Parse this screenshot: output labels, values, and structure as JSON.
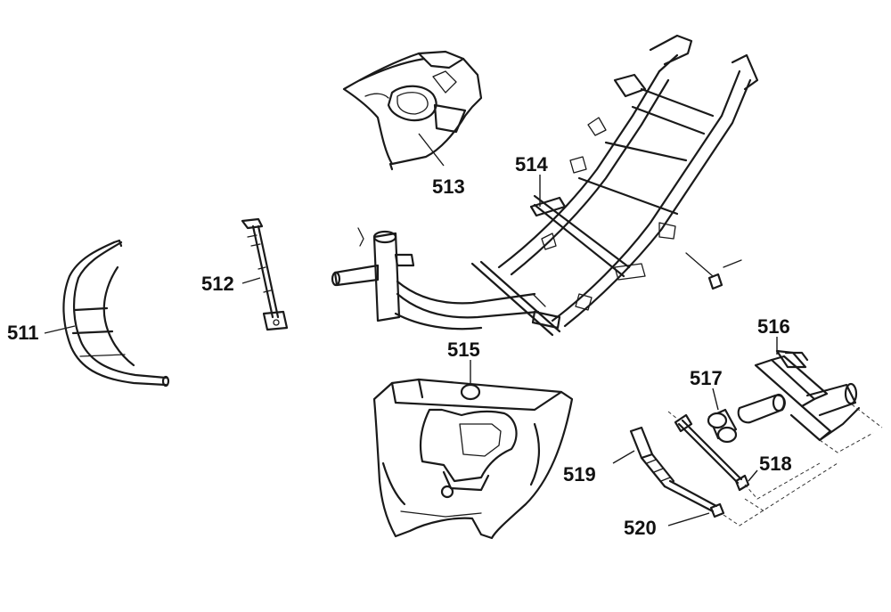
{
  "diagram": {
    "labels": {
      "p511": "511",
      "p512": "512",
      "p513": "513",
      "p514": "514",
      "p515": "515",
      "p516": "516",
      "p517": "517",
      "p518": "518",
      "p519": "519",
      "p520": "520"
    }
  }
}
